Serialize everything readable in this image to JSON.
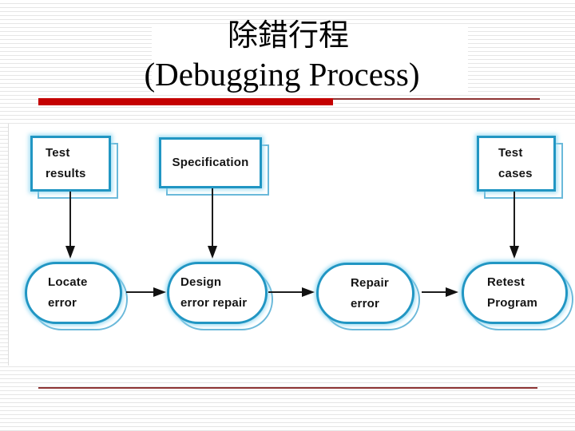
{
  "slide": {
    "title": {
      "line1": "除錯行程",
      "line2": "(Debugging Process)"
    },
    "accent": {
      "bar_color": "#c40000",
      "rule_color": "#8e3434"
    }
  },
  "diagram": {
    "shape_border_color": "#2196c3",
    "shape_glow_color": "#8cd6f0",
    "arrow_color": "#111111",
    "inputs": [
      {
        "name": "test-results",
        "lines": [
          "Test",
          "results"
        ]
      },
      {
        "name": "specification",
        "lines": [
          "Specification"
        ]
      },
      {
        "name": "test-cases",
        "lines": [
          "Test",
          "cases"
        ]
      }
    ],
    "steps": [
      {
        "name": "locate-error",
        "lines": [
          "Locate",
          "error"
        ]
      },
      {
        "name": "design-error-repair",
        "lines": [
          "Design",
          "error repair"
        ]
      },
      {
        "name": "repair-error",
        "lines": [
          "Repair",
          "error"
        ]
      },
      {
        "name": "retest-program",
        "lines": [
          "Retest",
          "Program"
        ]
      }
    ]
  }
}
